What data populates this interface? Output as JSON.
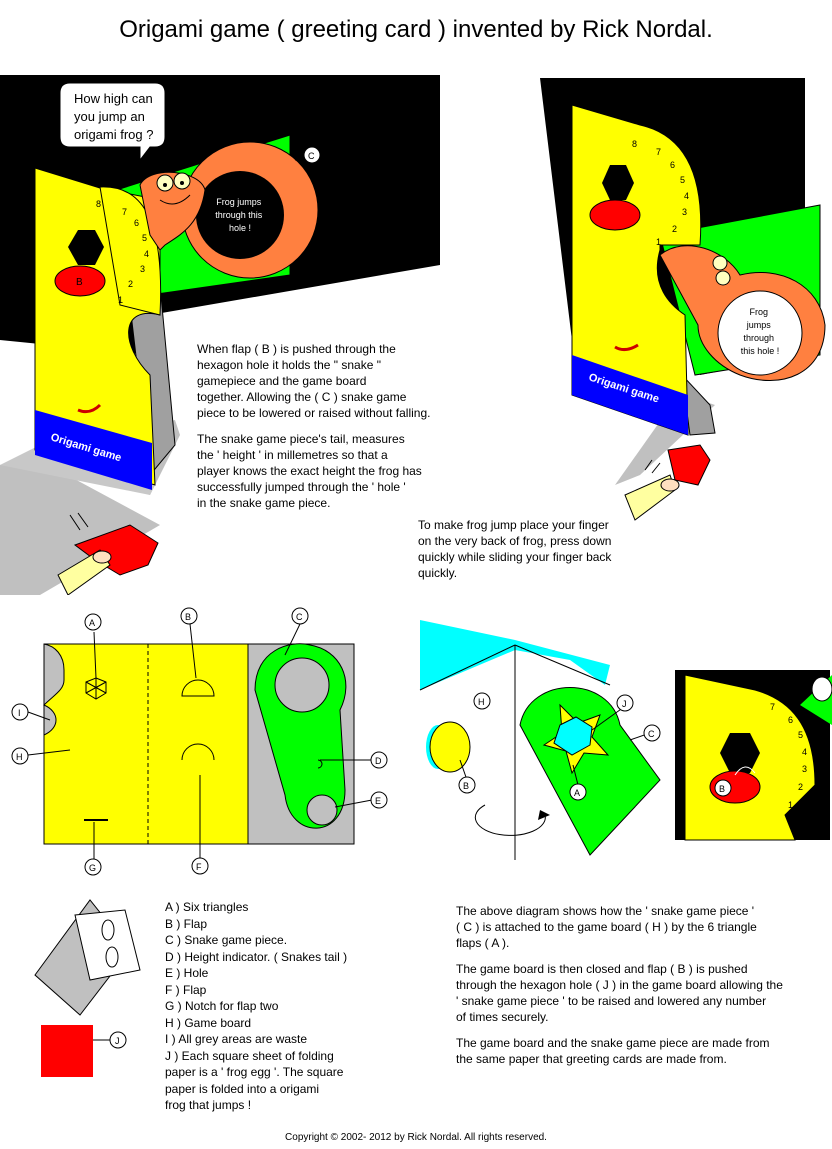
{
  "title": "Origami game ( greeting card ) invented by Rick Nordal.",
  "speech_bubble": [
    "How high can",
    "you jump an",
    "origami frog ?"
  ],
  "hole_text_left": [
    "Frog jumps",
    "through this",
    "hole !"
  ],
  "hole_text_right": [
    "Frog",
    "jumps",
    "through",
    "this hole !"
  ],
  "board_label": "Origami game",
  "scale_numbers": [
    "1",
    "2",
    "3",
    "4",
    "5",
    "6",
    "7",
    "8"
  ],
  "callouts": {
    "A": "A",
    "B": "B",
    "C": "C",
    "D": "D",
    "E": "E",
    "F": "F",
    "G": "G",
    "H": "H",
    "I": "I",
    "J": "J"
  },
  "para_flap": "When flap ( B ) is pushed through the\nhexagon hole it holds the \" snake \"\ngamepiece and the game board\ntogether. Allowing the ( C ) snake game\npiece to be lowered or raised without falling.",
  "para_tail": "The snake game piece's tail, measures\nthe ' height ' in millemetres so that a\nplayer knows the exact height the frog has\nsuccessfully jumped through the ' hole '\nin the snake game piece.",
  "para_jump": "To make frog jump place your finger\non the very back of frog, press down\nquickly while sliding your finger back\nquickly.",
  "legend": "A ) Six triangles\nB ) Flap\nC ) Snake game piece.\nD ) Height indicator. ( Snakes tail )\nE ) Hole\nF ) Flap\nG ) Notch for flap two\nH ) Game board\n I ) All grey areas are waste\nJ ) Each square sheet of folding\n     paper is a ' frog egg '. The square\n     paper is folded into a origami\n     frog that jumps !",
  "para_diagram": "The above diagram shows how the ' snake game piece '\n( C ) is attached to the game board ( H ) by the 6 triangle\nflaps ( A ).",
  "para_closed": "The game board is then closed and flap ( B ) is pushed\nthrough the hexagon hole ( J ) in the game board allowing the\n' snake game piece ' to be raised and lowered any number\nof times securely.",
  "para_paper": "The game board and the snake game piece are made from\nthe same paper that greeting cards are made from.",
  "copyright": "Copyright © 2002- 2012 by Rick Nordal. All rights reserved.",
  "colors": {
    "yellow": "#ffff00",
    "green": "#00ff00",
    "orange": "#ff8040",
    "red": "#ff0000",
    "blue": "#0000ff",
    "grey": "#c0c0c0",
    "cyan": "#00ffff",
    "black": "#000000"
  }
}
